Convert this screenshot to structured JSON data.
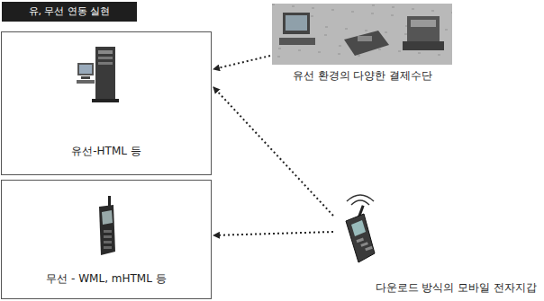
{
  "diagram": {
    "title": "유, 무선 연동 실현",
    "nodes": [
      {
        "text": [
          "유선-HTML 등"
        ]
      },
      {
        "text": [
          "무선 - WML, mHTML 등"
        ]
      },
      {
        "text": [
          "유선 환경의 다양한 결제수단"
        ]
      },
      {
        "text": [
          "다운로드 방식의 모바일 전자지갑"
        ]
      }
    ],
    "edges": [
      {
        "from": 2,
        "to": 0,
        "arrow": "to"
      },
      {
        "from": 3,
        "to": 0,
        "arrow": "to"
      },
      {
        "from": 3,
        "to": 1,
        "arrow": "to"
      }
    ]
  }
}
